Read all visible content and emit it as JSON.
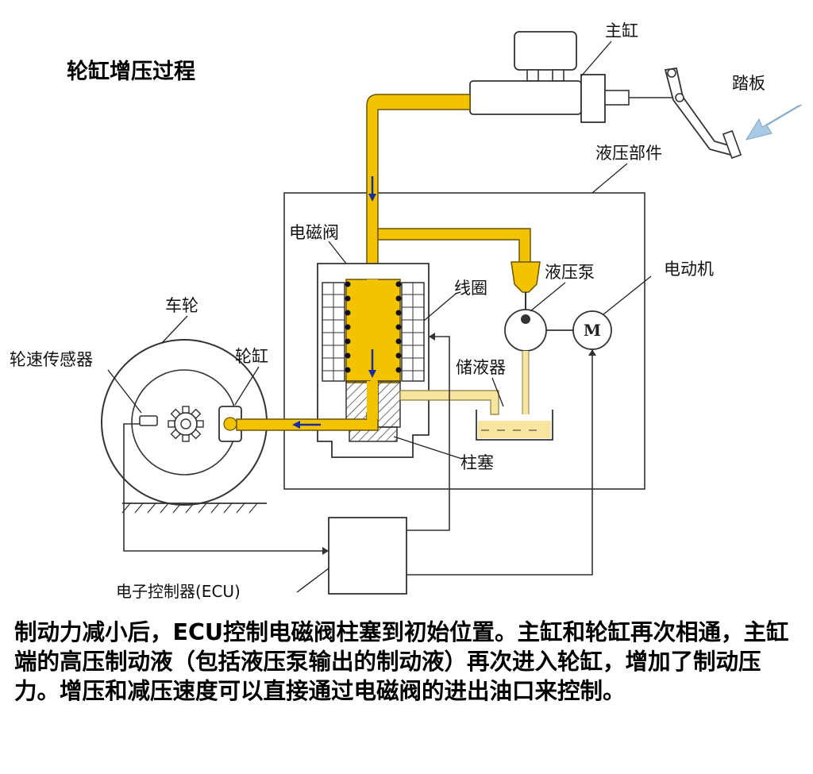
{
  "title": "轮缸增压过程",
  "labels": {
    "master_cylinder": "主缸",
    "pedal": "踏板",
    "hydraulic_unit": "液压部件",
    "solenoid_valve": "电磁阀",
    "pump": "液压泵",
    "motor": "电动机",
    "motor_symbol": "M",
    "coil": "线圈",
    "reservoir": "储液器",
    "wheel": "车轮",
    "wheel_speed_sensor": "轮速传感器",
    "wheel_cylinder": "轮缸",
    "plunger": "柱塞",
    "ecu": "电子控制器(ECU)"
  },
  "caption": "制动力减小后，ECU控制电磁阀柱塞到初始位置。主缸和轮缸再次相通，主缸端的高压制动液（包括液压泵输出的制动液）再次进入轮缸，增加了制动压力。增压和减压速度可以直接通过电磁阀的进出油口来控制。",
  "colors": {
    "fluid": "#f4c300",
    "low_fluid": "#f8e6a0",
    "flow_arrow": "#1a2ea0",
    "pedal_arrow": "#a9c9e6"
  }
}
